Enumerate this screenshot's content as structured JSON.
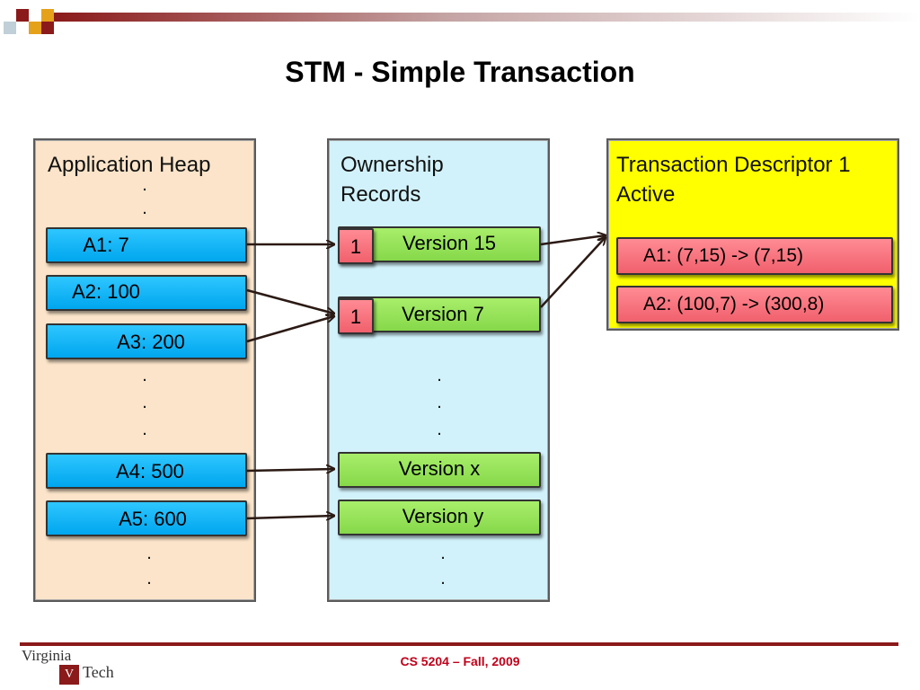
{
  "slide": {
    "title": "STM - Simple Transaction",
    "footer": "CS 5204 – Fall, 2009",
    "logo": {
      "line1": "Virginia",
      "line2": "Tech"
    }
  },
  "heap": {
    "title": "Application Heap",
    "items": {
      "a1": "A1: 7",
      "a2": "A2: 100",
      "a3": "A3: 200",
      "a4": "A4: 500",
      "a5": "A5: 600"
    }
  },
  "ownership": {
    "title_line1": "Ownership",
    "title_line2": "Records",
    "records": {
      "r1_owner": "1",
      "r1_version": "Version 15",
      "r2_owner": "1",
      "r2_version": "Version 7",
      "rx_version": "Version x",
      "ry_version": "Version y"
    }
  },
  "transaction": {
    "title": "Transaction Descriptor 1",
    "status": "Active",
    "entries": {
      "e1": "A1: (7,15) -> (7,15)",
      "e2": "A2: (100,7) -> (300,8)"
    }
  },
  "dots": "."
}
